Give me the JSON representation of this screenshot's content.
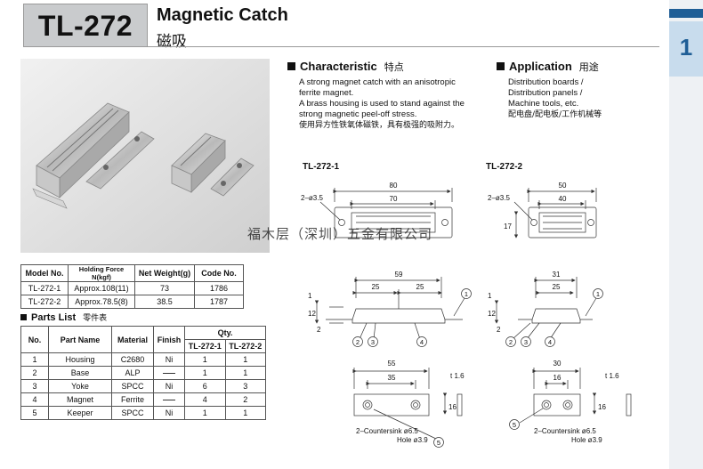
{
  "header": {
    "model": "TL-272",
    "title_en": "Magnetic Catch",
    "title_cn": "磁吸",
    "tab_number": "1"
  },
  "characteristic": {
    "heading": "Characteristic",
    "heading_cn": "特点",
    "lines": [
      "A strong magnet catch with an anisotropic",
      "ferrite magnet.",
      "A brass housing is used to stand against the",
      "strong magnetic peel-off stress."
    ],
    "cn": "使用异方性铁氧体磁铁，具有极强的吸附力。"
  },
  "application": {
    "heading": "Application",
    "heading_cn": "用途",
    "lines": [
      "Distribution boards /",
      "Distribution panels /",
      "Machine tools, etc."
    ],
    "cn": "配电盘/配电板/工作机械等"
  },
  "watermark": "福木层（深圳）五金有限公司",
  "spec_table": {
    "headers": [
      "Model No.",
      "Holding Force N(kgf)",
      "Net Weight(g)",
      "Code No."
    ],
    "rows": [
      [
        "TL-272-1",
        "Approx.108(11)",
        "73",
        "1786"
      ],
      [
        "TL-272-2",
        "Approx.78.5(8)",
        "38.5",
        "1787"
      ]
    ]
  },
  "parts_list": {
    "heading": "Parts List",
    "heading_cn": "零件表",
    "headers": {
      "no": "No.",
      "name": "Part Name",
      "material": "Material",
      "finish": "Finish",
      "qty": "Qty.",
      "qty1": "TL-272-1",
      "qty2": "TL-272-2"
    },
    "rows": [
      {
        "no": "1",
        "name": "Housing",
        "material": "C2680",
        "finish": "Ni",
        "q1": "1",
        "q2": "1"
      },
      {
        "no": "2",
        "name": "Base",
        "material": "ALP",
        "finish": "",
        "q1": "1",
        "q2": "1"
      },
      {
        "no": "3",
        "name": "Yoke",
        "material": "SPCC",
        "finish": "Ni",
        "q1": "6",
        "q2": "3"
      },
      {
        "no": "4",
        "name": "Magnet",
        "material": "Ferrite",
        "finish": "",
        "q1": "4",
        "q2": "2"
      },
      {
        "no": "5",
        "name": "Keeper",
        "material": "SPCC",
        "finish": "Ni",
        "q1": "1",
        "q2": "1"
      }
    ]
  },
  "drawings": {
    "label_1": "TL-272-1",
    "label_2": "TL-272-2",
    "d1": {
      "hole": "2–ø3.5",
      "w_outer": "80",
      "w_inner": "70",
      "h_top": "59",
      "h_left": "25",
      "h_right": "25",
      "side_a": "1",
      "side_b": "12",
      "side_c": "2",
      "k_w": "55",
      "k_in": "35",
      "k_h": "16",
      "t": "t 1.6",
      "csk": "2–Countersink ø6.5",
      "hole39": "Hole ø3.9"
    },
    "d2": {
      "hole": "2–ø3.5",
      "w_outer": "50",
      "w_inner": "40",
      "h": "17",
      "h_top": "31",
      "h_mid": "25",
      "side_a": "1",
      "side_b": "12",
      "side_c": "2",
      "k_w": "30",
      "k_in": "16",
      "k_h": "16",
      "t": "t 1.6",
      "csk": "2–Countersink ø6.5",
      "hole39": "Hole ø3.9"
    },
    "callouts": [
      "1",
      "2",
      "3",
      "4",
      "5"
    ]
  }
}
